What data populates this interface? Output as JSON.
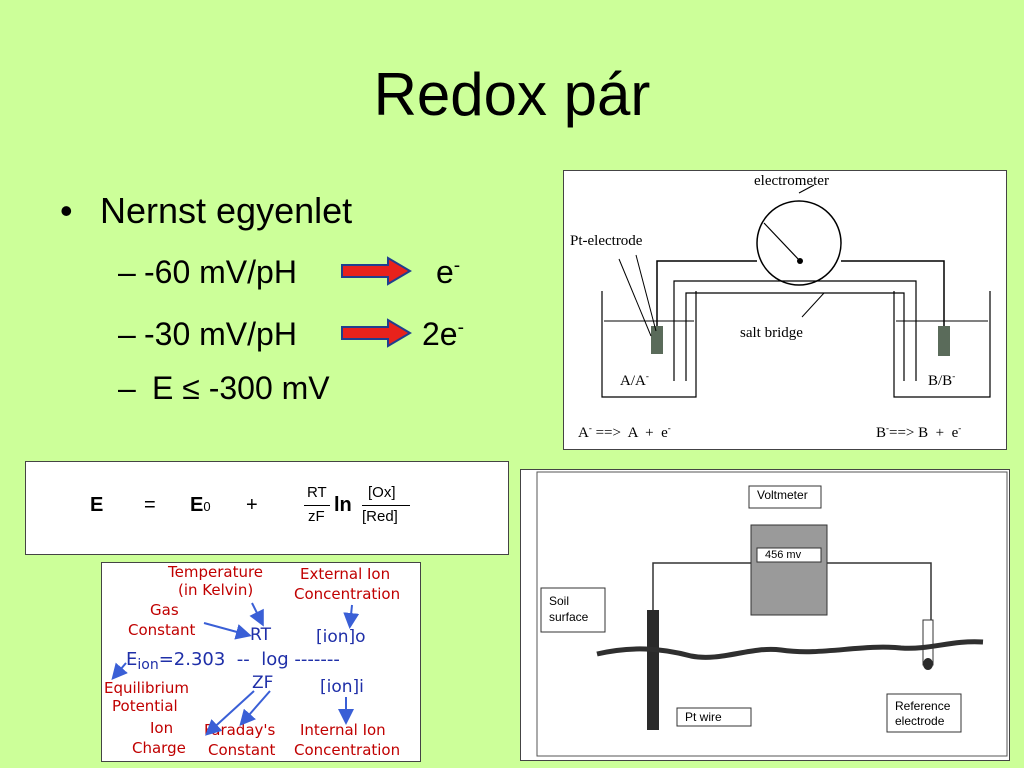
{
  "slide": {
    "title": "Redox pár",
    "bullet": {
      "marker": "•",
      "text": "Nernst egyenlet"
    },
    "subitems": [
      {
        "dash": "–",
        "label": "-60 mV/pH",
        "result": "e",
        "result_sup": "-"
      },
      {
        "dash": "–",
        "label": "-30 mV/pH",
        "result": "2e",
        "result_sup": "-"
      },
      {
        "dash": "–",
        "label": " E ≤ -300 mV"
      }
    ],
    "arrow_color": "#e8221c"
  },
  "electrometer_diagram": {
    "electrometer": "electrometer",
    "pt_electrode": "Pt-electrode",
    "salt_bridge": "salt bridge",
    "left_cell": "A/A",
    "left_cell_sup": "-",
    "right_cell": "B/B",
    "right_cell_sup": "-",
    "left_reaction": "A",
    "left_reaction_rest": " ==>  A  +  e",
    "right_reaction": "B",
    "right_reaction_rest": "==> B  +  e",
    "minus": "-"
  },
  "formula": {
    "E": "E",
    "eq": "=",
    "E0": "E",
    "E0_sub": "0",
    "plus": "+",
    "num": "RT",
    "den": "zF",
    "ln": "ln",
    "ox": "[Ox]",
    "red": "[Red]"
  },
  "nernst_annotated": {
    "temperature": "Temperature",
    "kelvin": "(in Kelvin)",
    "external": "External Ion",
    "concentration": "Concentration",
    "gas": "Gas",
    "constant": "Constant",
    "rt": "RT",
    "iono": "[ion]o",
    "e": "E",
    "e_sub": "ion",
    "eq_rest": "=2.303  --  log -------",
    "zf": "ZF",
    "ioni": "[ion]i",
    "equilibrium": "Equilibrium",
    "potential": "Potential",
    "ion": "Ion",
    "charge": "Charge",
    "faraday": "Faraday's",
    "faraday_constant": "Constant",
    "internal": "Internal Ion",
    "internal_conc": "Concentration"
  },
  "field_diagram": {
    "voltmeter": "Voltmeter",
    "reading": "456 mv",
    "soil1": "Soil",
    "soil2": "surface",
    "ref1": "Reference",
    "ref2": "electrode",
    "ptwire": "Pt wire"
  }
}
